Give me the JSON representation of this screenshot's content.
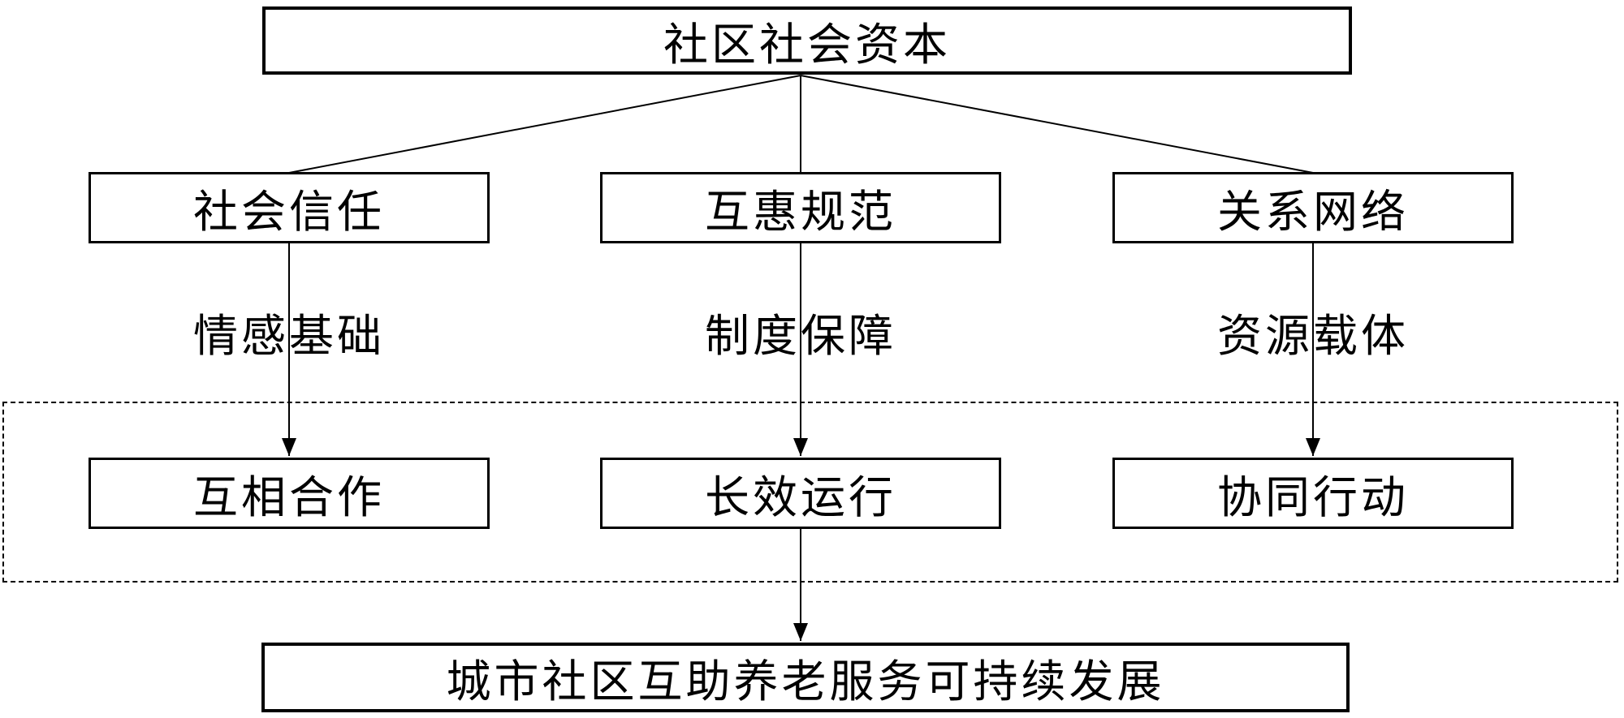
{
  "diagram": {
    "type": "flowchart",
    "title_node": "社区社会资本",
    "columns": [
      {
        "dimension": "社会信任",
        "mechanism": "情感基础",
        "outcome": "互相合作"
      },
      {
        "dimension": "互惠规范",
        "mechanism": "制度保障",
        "outcome": "长效运行"
      },
      {
        "dimension": "关系网络",
        "mechanism": "资源载体",
        "outcome": "协同行动"
      }
    ],
    "goal_node": "城市社区互助养老服务可持续发展",
    "edges": [
      {
        "from": "社区社会资本",
        "to": "社会信任",
        "arrow": false
      },
      {
        "from": "社区社会资本",
        "to": "互惠规范",
        "arrow": false
      },
      {
        "from": "社区社会资本",
        "to": "关系网络",
        "arrow": false
      },
      {
        "from": "社会信任",
        "to": "互相合作",
        "label": "情感基础",
        "arrow": true
      },
      {
        "from": "互惠规范",
        "to": "长效运行",
        "label": "制度保障",
        "arrow": true
      },
      {
        "from": "关系网络",
        "to": "协同行动",
        "label": "资源载体",
        "arrow": true
      },
      {
        "from": "长效运行",
        "to": "城市社区互助养老服务可持续发展",
        "arrow": true
      }
    ],
    "colors": {
      "stroke": "#000000",
      "background": "#ffffff",
      "text": "#000000"
    }
  }
}
